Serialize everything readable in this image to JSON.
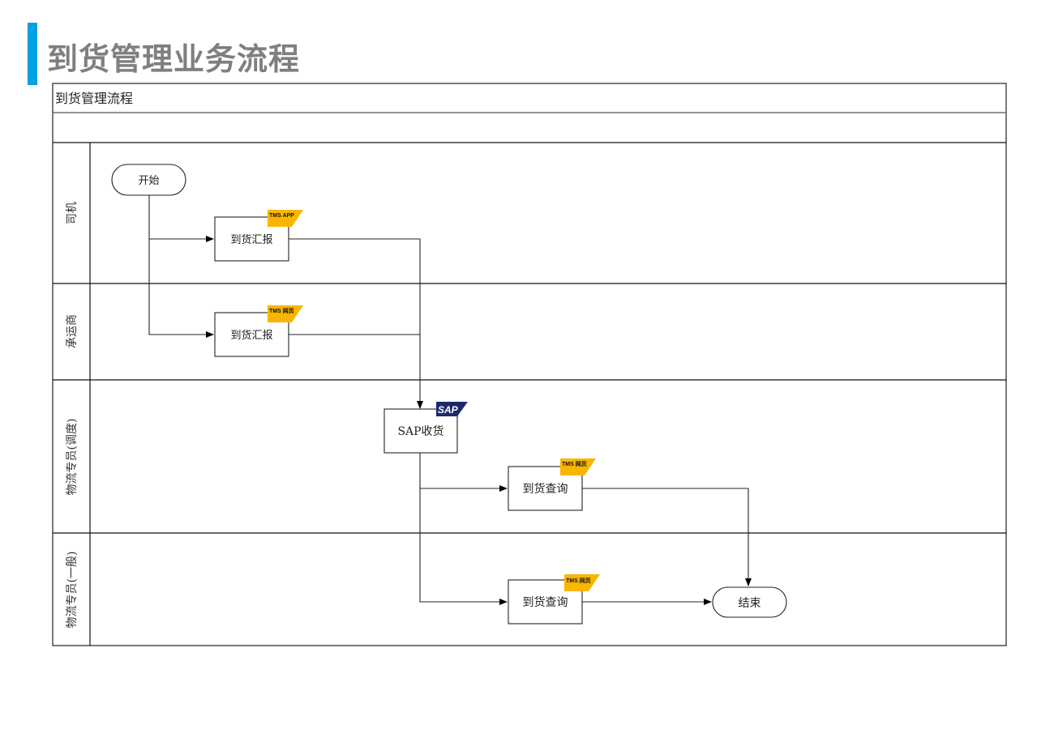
{
  "page": {
    "title": "到货管理业务流程",
    "accent_color": "#00a0e3",
    "title_color": "#7f7f7f"
  },
  "diagram": {
    "title": "到货管理流程",
    "lanes": [
      {
        "id": "driver",
        "label": "司机"
      },
      {
        "id": "carrier",
        "label": "承运商"
      },
      {
        "id": "logistics_dispatch",
        "label": "物流专员(调度)"
      },
      {
        "id": "logistics_general",
        "label": "物流专员(一般)"
      }
    ],
    "nodes": {
      "start": {
        "label": "开始",
        "type": "terminator",
        "lane": "driver"
      },
      "arrival_report_driver": {
        "label": "到货汇报",
        "type": "process",
        "lane": "driver",
        "tag": "TMS APP"
      },
      "arrival_report_carrier": {
        "label": "到货汇报",
        "type": "process",
        "lane": "carrier",
        "tag": "TMS 网页"
      },
      "sap_receipt": {
        "label": "SAP收货",
        "type": "process",
        "lane": "logistics_dispatch",
        "tag": "SAP"
      },
      "arrival_query_dispatch": {
        "label": "到货查询",
        "type": "process",
        "lane": "logistics_dispatch",
        "tag": "TMS 网页"
      },
      "arrival_query_general": {
        "label": "到货查询",
        "type": "process",
        "lane": "logistics_general",
        "tag": "TMS 网页"
      },
      "end": {
        "label": "结束",
        "type": "terminator",
        "lane": "logistics_general"
      }
    },
    "edges": [
      {
        "from": "start",
        "to": "arrival_report_driver"
      },
      {
        "from": "start",
        "to": "arrival_report_carrier"
      },
      {
        "from": "arrival_report_driver",
        "to": "sap_receipt"
      },
      {
        "from": "arrival_report_carrier",
        "to": "sap_receipt"
      },
      {
        "from": "sap_receipt",
        "to": "arrival_query_dispatch"
      },
      {
        "from": "sap_receipt",
        "to": "arrival_query_general"
      },
      {
        "from": "arrival_query_dispatch",
        "to": "end"
      },
      {
        "from": "arrival_query_general",
        "to": "end"
      }
    ],
    "tag_colors": {
      "tms": "#f9b600",
      "sap": "#1b2a6b"
    }
  }
}
